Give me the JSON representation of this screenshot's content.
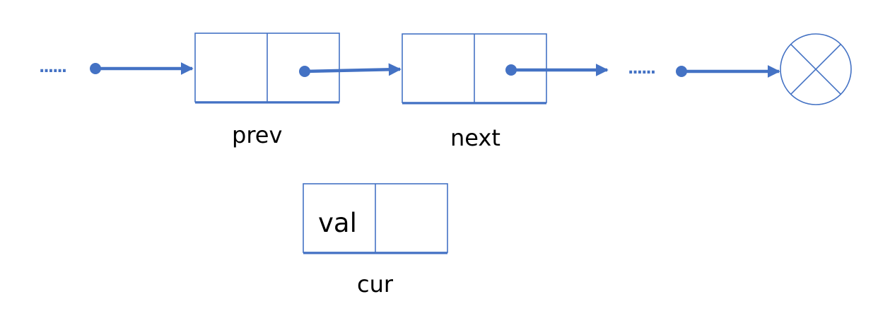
{
  "colors": {
    "accent": "#4472c4",
    "text": "#000000",
    "background": "#ffffff"
  },
  "ellipsis_left": "......",
  "ellipsis_middle": "......",
  "nodes": {
    "prev": {
      "label": "prev"
    },
    "next": {
      "label": "next"
    },
    "cur": {
      "label": "cur",
      "value": "val"
    }
  },
  "null_terminator": {
    "icon": "null-x-circle-icon"
  }
}
